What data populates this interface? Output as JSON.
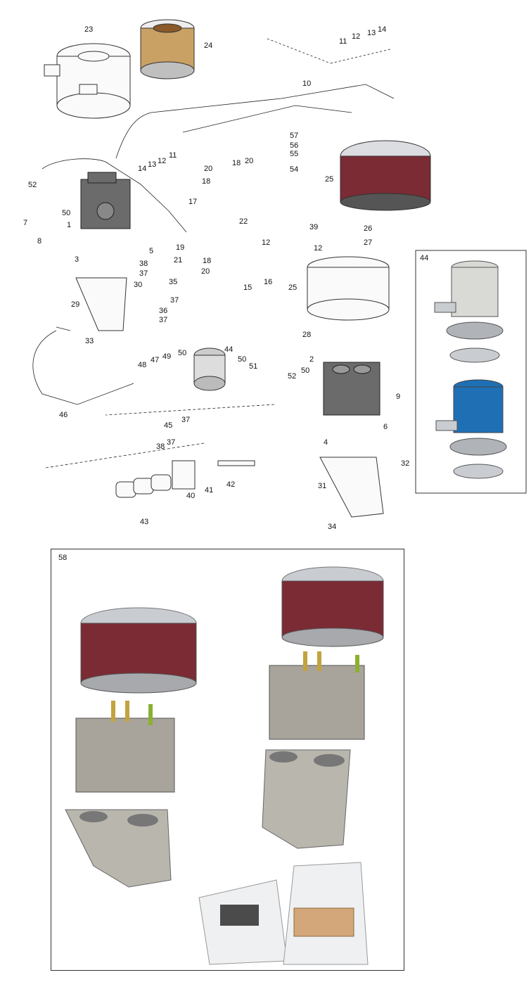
{
  "callouts": {
    "c1": "1",
    "c2": "2",
    "c3": "3",
    "c4": "4",
    "c5": "5",
    "c6": "6",
    "c7": "7",
    "c8": "8",
    "c9": "9",
    "c10": "10",
    "c11a": "11",
    "c11b": "11",
    "c12a": "12",
    "c12b": "12",
    "c12c": "12",
    "c12d": "12",
    "c13a": "13",
    "c13b": "13",
    "c14a": "14",
    "c14b": "14",
    "c15": "15",
    "c16": "16",
    "c17": "17",
    "c18a": "18",
    "c18b": "18",
    "c18c": "18",
    "c19": "19",
    "c20a": "20",
    "c20b": "20",
    "c20c": "20",
    "c21": "21",
    "c22": "22",
    "c23": "23",
    "c24": "24",
    "c25a": "25",
    "c25b": "25",
    "c26": "26",
    "c27": "27",
    "c28": "28",
    "c29": "29",
    "c30": "30",
    "c31": "31",
    "c32": "32",
    "c33": "33",
    "c34": "34",
    "c35": "35",
    "c36": "36",
    "c37a": "37",
    "c37b": "37",
    "c37c": "37",
    "c37d": "37",
    "c37e": "37",
    "c38a": "38",
    "c38b": "38",
    "c39": "39",
    "c40": "40",
    "c41": "41",
    "c42": "42",
    "c43": "43",
    "c44": "44",
    "c45": "45",
    "c46": "46",
    "c47": "47",
    "c48": "48",
    "c49": "49",
    "c50a": "50",
    "c50b": "50",
    "c50c": "50",
    "c50d": "50",
    "c51": "51",
    "c52a": "52",
    "c52b": "52",
    "c54": "54",
    "c55": "55",
    "c56": "56",
    "c57": "57"
  },
  "insets": {
    "pump_label": "44",
    "kit_label": "58"
  },
  "colors": {
    "chrome": "#c9ccd1",
    "filter_red": "#7a2b34",
    "pump_white": "#d9d9d6",
    "pump_blue": "#1f6fb5",
    "aluminum": "#b9b6ae",
    "gasket": "#d4a77a"
  }
}
